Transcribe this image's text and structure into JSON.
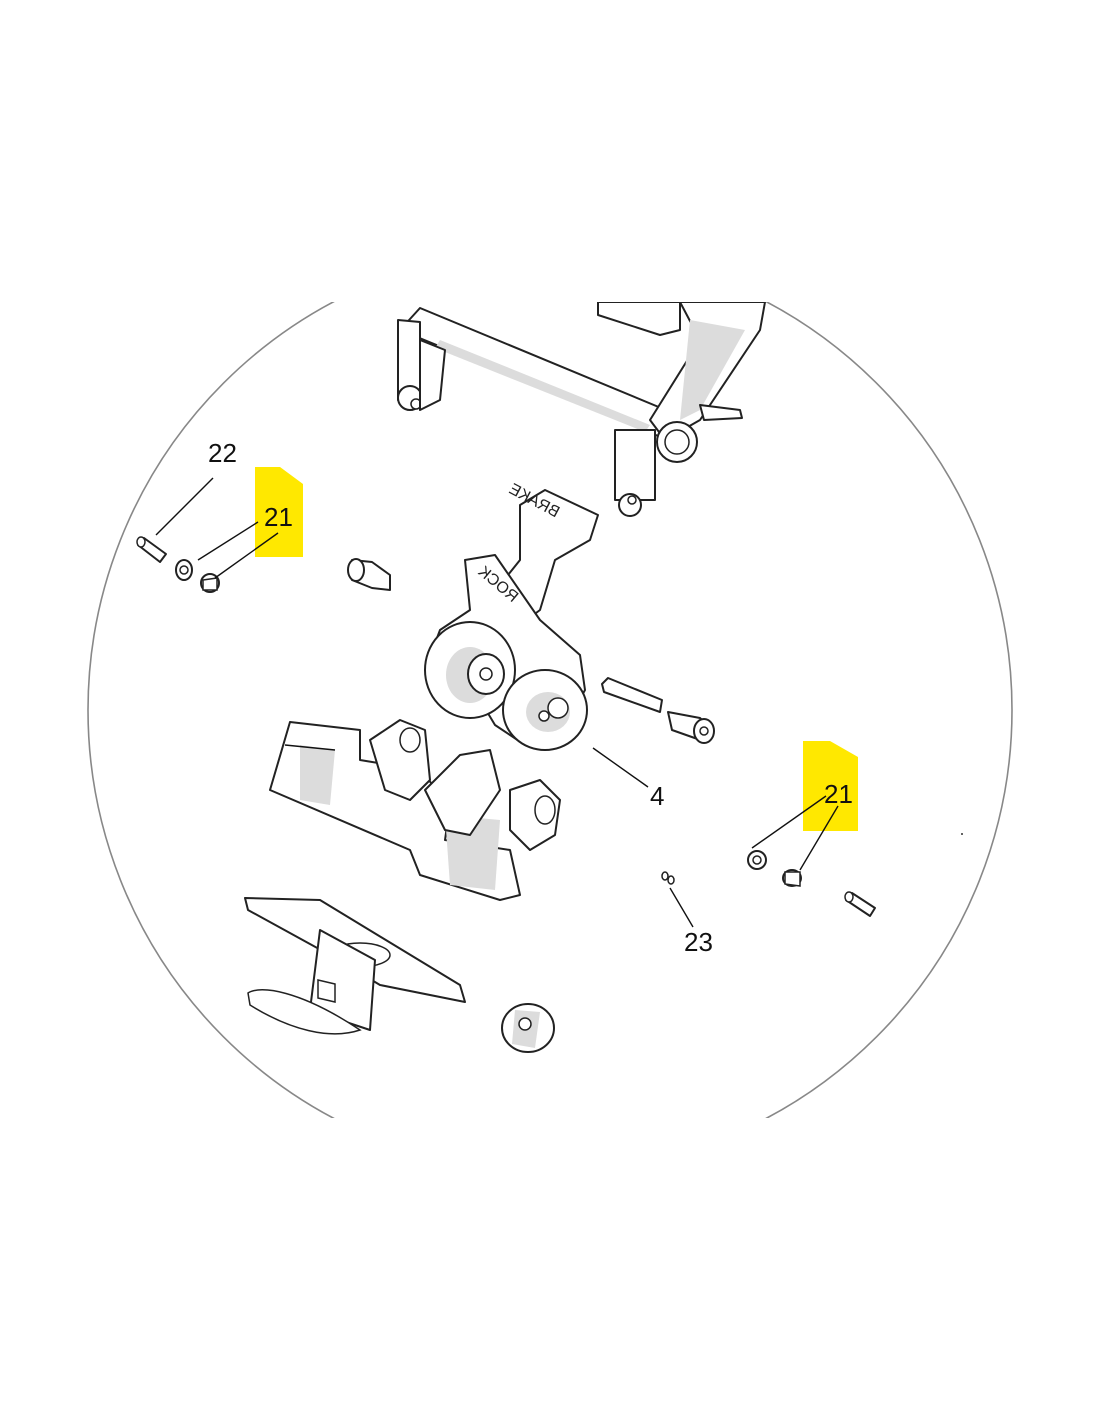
{
  "diagram": {
    "colors": {
      "highlight": "#ffe800",
      "line": "#222222",
      "shade": "#dcdcdc",
      "border_circle": "#888888"
    },
    "callouts": [
      {
        "id": "c22",
        "label": "22",
        "highlighted": false
      },
      {
        "id": "c21a",
        "label": "21",
        "highlighted": true
      },
      {
        "id": "c21b",
        "label": "21",
        "highlighted": true
      },
      {
        "id": "c4",
        "label": "4",
        "highlighted": false
      },
      {
        "id": "c23",
        "label": "23",
        "highlighted": false
      }
    ],
    "engravings": {
      "brake": "BRAKE",
      "rock": "ROCK"
    }
  }
}
